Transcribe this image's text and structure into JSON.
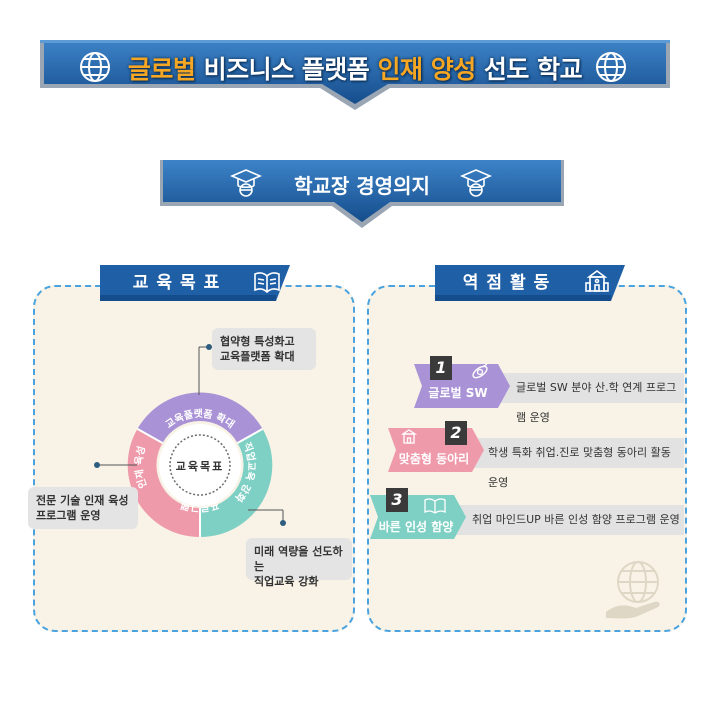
{
  "header": {
    "title_parts": [
      {
        "text": "글로벌",
        "accent": true
      },
      {
        "text": " 비즈니스 플랫폼 ",
        "accent": false
      },
      {
        "text": "인재 양성",
        "accent": true
      },
      {
        "text": " 선도 학교",
        "accent": false
      }
    ],
    "subtitle": "학교장 경영의지"
  },
  "left_panel": {
    "label": "교육목표",
    "center": "교육목표",
    "segments": [
      "교육플랫폼 확대",
      "직업교육 강화",
      "프로그램",
      "인재 육성"
    ],
    "callouts": [
      {
        "lines": [
          "협약형 특성화고",
          "교육플랫폼 확대"
        ]
      },
      {
        "lines": [
          "전문 기술 인재 육성",
          "프로그램 운영"
        ]
      },
      {
        "lines": [
          "미래 역량을 선도하는",
          "직업교육 강화"
        ]
      }
    ]
  },
  "right_panel": {
    "label": "역점활동",
    "items": [
      {
        "num": "1",
        "label": "글로벌 SW",
        "desc": "글로벌 SW 분야 산.학 연계 프로그램 운영"
      },
      {
        "num": "2",
        "label": "맞춤형 동아리",
        "desc": "학생 특화 취업.진로 맞춤형 동아리 활동 운영"
      },
      {
        "num": "3",
        "label": "바른 인성 함양",
        "desc": "취업 마인드UP 바른 인성 함양 프로그램 운영"
      }
    ]
  },
  "colors": {
    "banner_blue": "#1f5fa6",
    "accent_orange": "#f5a623",
    "panel_bg": "#f8f3e6",
    "purple": "#a992d6",
    "pink": "#ef9aab",
    "teal": "#7fd0c4",
    "dashed_border": "#4aa3df"
  }
}
